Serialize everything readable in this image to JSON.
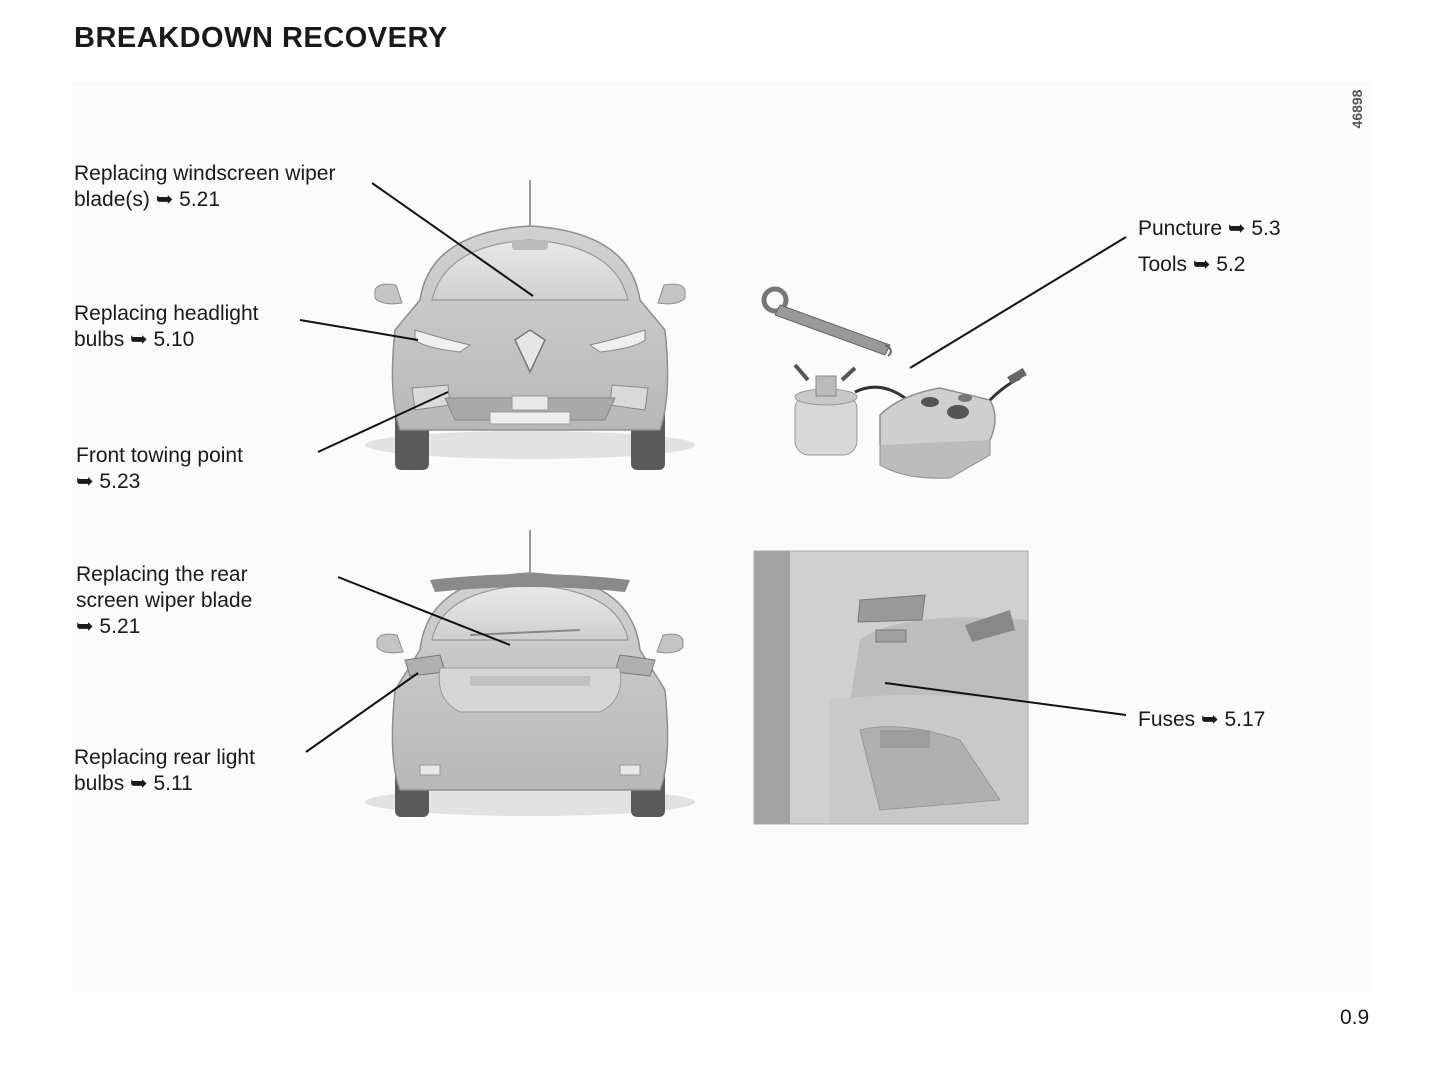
{
  "header": {
    "title": "BREAKDOWN RECOVERY"
  },
  "figure": {
    "ref_code": "46898"
  },
  "callouts": {
    "windscreen_wiper": {
      "line1": "Replacing windscreen wiper",
      "line2": "blade(s) ➥ 5.21"
    },
    "headlight": {
      "line1": "Replacing  headlight",
      "line2": "bulbs ➥ 5.10"
    },
    "front_towing": {
      "line1": "Front  towing  point",
      "line2": "➥ 5.23"
    },
    "rear_wiper": {
      "line1": "Replacing  the  rear",
      "line2": "screen  wiper  blade",
      "line3": "➥ 5.21"
    },
    "rear_light": {
      "line1": "Replacing rear light",
      "line2": "bulbs ➥ 5.11"
    },
    "puncture": {
      "line1": "Puncture ➥ 5.3"
    },
    "tools": {
      "line1": "Tools ➥ 5.2"
    },
    "fuses": {
      "line1": "Fuses ➥ 5.17"
    }
  },
  "footer": {
    "page_number": "0.9"
  }
}
